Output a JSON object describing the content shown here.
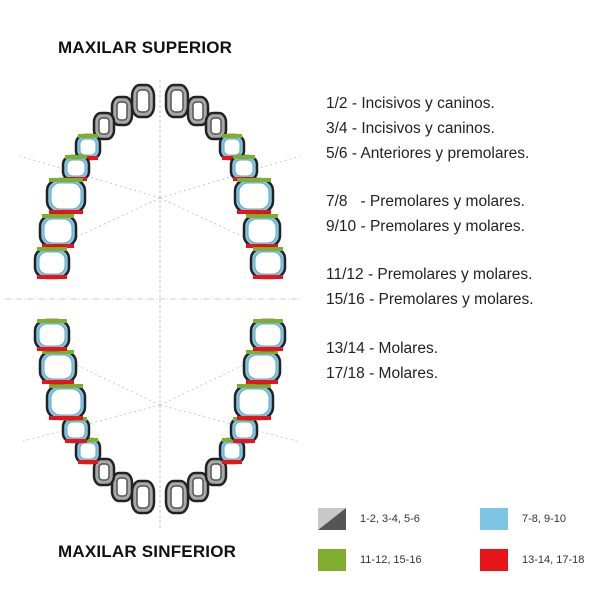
{
  "titles": {
    "upper": "MAXILAR SUPERIOR",
    "lower": "MAXILAR SINFERIOR"
  },
  "descriptions": [
    "1/2 - Incisivos y caninos.",
    "3/4 - Incisivos y caninos.",
    "5/6 - Anteriores y premolares.",
    "7/8   - Premolares y molares.",
    "9/10 - Premolares y molares.",
    "11/12 - Premolares y molares.",
    "15/16 - Premolares y molares.",
    "13/14 - Molares.",
    "17/18 - Molares."
  ],
  "legend": [
    {
      "label": "1-2, 3-4, 5-6",
      "color": "#808080"
    },
    {
      "label": "7-8, 9-10",
      "color": "#7ec4e3"
    },
    {
      "label": "11-12, 15-16",
      "color": "#7fae2e"
    },
    {
      "label": "13-14, 17-18",
      "color": "#e8141a"
    }
  ],
  "colors": {
    "gray": "#808080",
    "blue": "#7ec4e3",
    "green": "#7fae2e",
    "red": "#e8141a"
  }
}
